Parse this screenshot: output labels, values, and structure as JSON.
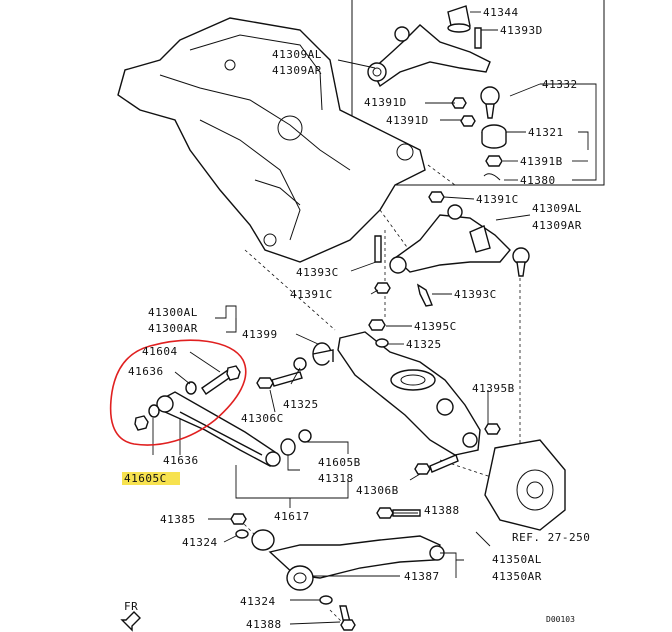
{
  "labels": {
    "l41344": "41344",
    "l41393D": "41393D",
    "l41309AL_top": "41309AL",
    "l41309AR_top": "41309AR",
    "l41332": "41332",
    "l41391D_a": "41391D",
    "l41391D_b": "41391D",
    "l41321": "41321",
    "l41391B": "41391B",
    "l41380": "41380",
    "l41391C_a": "41391C",
    "l41309AL": "41309AL",
    "l41309AR": "41309AR",
    "l41393C_a": "41393C",
    "l41391C_b": "41391C",
    "l41393C_b": "41393C",
    "l41300AL": "41300AL",
    "l41300AR": "41300AR",
    "l41399": "41399",
    "l41395C": "41395C",
    "l41325_a": "41325",
    "l41604": "41604",
    "l41636_a": "41636",
    "l41325_b": "41325",
    "l41306C": "41306C",
    "l41395B": "41395B",
    "l41636_b": "41636",
    "l41605C": "41605C",
    "l41605B": "41605B",
    "l41318": "41318",
    "l41306B": "41306B",
    "l41388_a": "41388",
    "l41385": "41385",
    "l41617": "41617",
    "lREF": "REF. 27-250",
    "l41324_a": "41324",
    "l41350AL": "41350AL",
    "l41350AR": "41350AR",
    "l41387": "41387",
    "l41324_b": "41324",
    "l41388_b": "41388",
    "lFR": "FR",
    "lCode": "D00103"
  },
  "colors": {
    "highlight": "#f7e24f",
    "circle": "#e02020",
    "ink": "#111111"
  }
}
